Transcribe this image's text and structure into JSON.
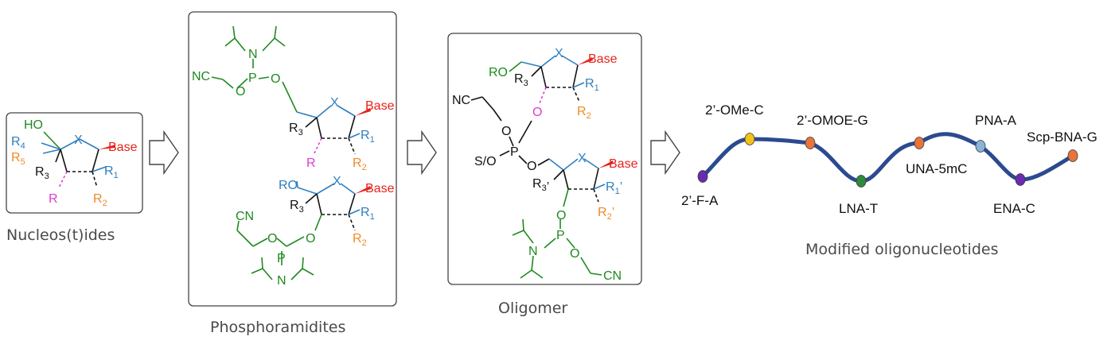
{
  "panels": {
    "nucleotides": {
      "caption": "Nucleos(t)ides"
    },
    "phosphoramidites": {
      "caption": "Phosphoramidites"
    },
    "oligomer": {
      "caption": "Oligomer"
    },
    "modified": {
      "caption": "Modified oligonucleotides"
    }
  },
  "atoms": {
    "HO": "HO",
    "RO": "RO",
    "X": "X",
    "Base": "Base",
    "R1": "R",
    "R2": "R",
    "R3": "R",
    "R4": "R",
    "R5": "R",
    "R": "R",
    "N": "N",
    "P": "P",
    "O": "O",
    "CN": "CN",
    "NC": "NC",
    "SO": "S/O",
    "sub1": "1",
    "sub2": "2",
    "sub3": "3",
    "sub4": "4",
    "sub5": "5",
    "prime": "’"
  },
  "modifications": [
    {
      "label": "2’-F-A",
      "color": "#6a2bb0"
    },
    {
      "label": "2’-OMe-C",
      "color": "#f2c21a"
    },
    {
      "label": "2’-OMOE-G",
      "color": "#e8743a"
    },
    {
      "label": "LNA-T",
      "color": "#2e8a3a"
    },
    {
      "label": "UNA-5mC",
      "color": "#e8743a"
    },
    {
      "label": "PNA-A",
      "color": "#8ab4d8"
    },
    {
      "label": "ENA-C",
      "color": "#6a2bb0"
    },
    {
      "label": "Scp-BNA-G",
      "color": "#e8743a"
    }
  ],
  "colors": {
    "strand": "#2b4a8f",
    "frame": "#444444",
    "arrow": "#444444"
  }
}
